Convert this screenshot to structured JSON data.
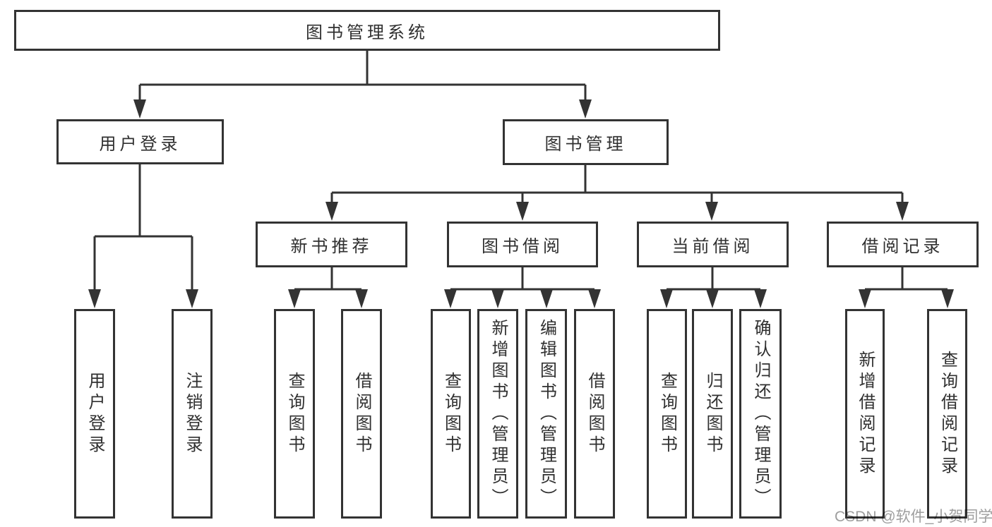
{
  "tree": {
    "root": {
      "label": "图书管理系统"
    },
    "branches": [
      {
        "label": "用户登录",
        "leaves": [
          {
            "label": "用户登录"
          },
          {
            "label": "注销登录"
          }
        ]
      },
      {
        "label": "图书管理",
        "children": [
          {
            "label": "新书推荐",
            "leaves": [
              {
                "label": "查询图书"
              },
              {
                "label": "借阅图书"
              }
            ]
          },
          {
            "label": "图书借阅",
            "leaves": [
              {
                "label": "查询图书"
              },
              {
                "label": "新增图书（管理员）"
              },
              {
                "label": "编辑图书（管理员）"
              },
              {
                "label": "借阅图书"
              }
            ]
          },
          {
            "label": "当前借阅",
            "leaves": [
              {
                "label": "查询图书"
              },
              {
                "label": "归还图书"
              },
              {
                "label": "确认归还（管理员）"
              }
            ]
          },
          {
            "label": "借阅记录",
            "leaves": [
              {
                "label": "新增借阅记录"
              },
              {
                "label": "查询借阅记录"
              }
            ]
          }
        ]
      }
    ]
  },
  "watermark": {
    "text": "CSDN @软件_小贺同学"
  },
  "colors": {
    "line": "#333333",
    "text": "#303030",
    "box_background": "#ffffff",
    "page_background": "#ffffff",
    "watermark": "#9e9e9e"
  }
}
